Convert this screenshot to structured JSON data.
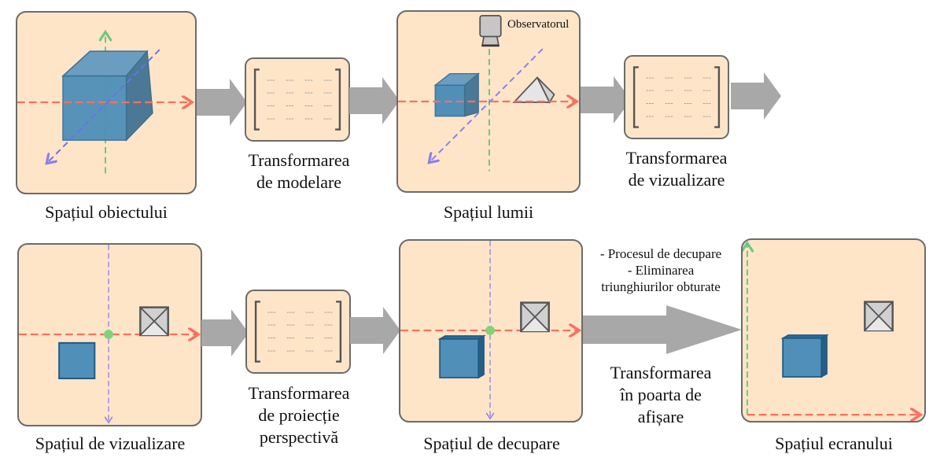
{
  "colors": {
    "panel_fill": "#fee5c8",
    "panel_border": "#6b6b6b",
    "arrow_gray": "#a8a8a8",
    "axis_x_red": "#f87060",
    "axis_y_green": "#6cc97a",
    "axis_z_violet": "#8a7ef0",
    "cube_blue": "#4f8fb8",
    "origin_dot": "#7fd37a"
  },
  "stages": {
    "object_space": {
      "label": "Spațiul obiectului"
    },
    "modeling_transform": {
      "label_line1": "Transformarea",
      "label_line2": "de modelare"
    },
    "world_space": {
      "label": "Spațiul lumii",
      "observer_label": "Observatorul"
    },
    "view_transform": {
      "label_line1": "Transformarea",
      "label_line2": "de vizualizare"
    },
    "view_space": {
      "label": "Spațiul de vizualizare"
    },
    "projection_transform": {
      "label_line1": "Transformarea",
      "label_line2": "de proiecție",
      "label_line3": "perspectivă"
    },
    "clip_space": {
      "label": "Spațiul de decupare"
    },
    "viewport_transform": {
      "notes": [
        "- Procesul de decupare",
        "- Eliminarea",
        "triunghiurilor obturate"
      ],
      "label_line1": "Transformarea",
      "label_line2": "în poarta de",
      "label_line3": "afișare"
    },
    "screen_space": {
      "label": "Spațiul ecranului"
    }
  },
  "matrix_placeholder": "---"
}
